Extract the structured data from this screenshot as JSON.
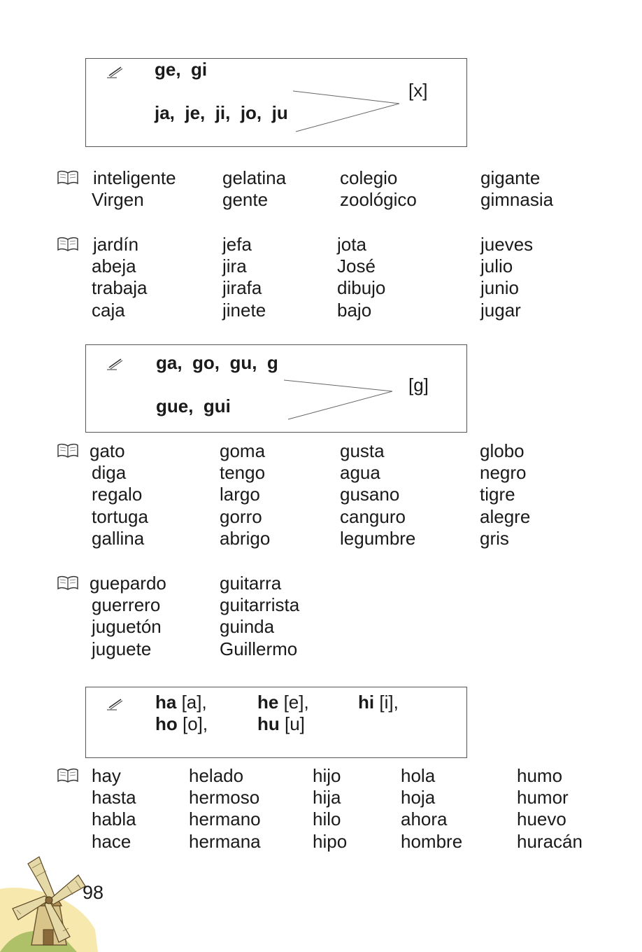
{
  "box1": {
    "line1": "ge,  gi",
    "line2": "ja,  je,  ji,  jo,  ju",
    "phoneme": "[x]"
  },
  "list1": [
    [
      "inteligente",
      "gelatina",
      "colegio",
      "gigante"
    ],
    [
      "Virgen",
      "gente",
      "zoológico",
      "gimnasia"
    ]
  ],
  "list2": [
    [
      "jardín",
      "jefa",
      "jota",
      "jueves"
    ],
    [
      "abeja",
      "jira",
      "José",
      "julio"
    ],
    [
      "trabaja",
      "jirafa",
      "dibujo",
      "junio"
    ],
    [
      "caja",
      "jinete",
      "bajo",
      "jugar"
    ]
  ],
  "box2": {
    "line1": "ga,  go,  gu,  g",
    "line2": "gue,  gui",
    "phoneme": "[g]"
  },
  "list3": [
    [
      "gato",
      "goma",
      "gusta",
      "globo"
    ],
    [
      "diga",
      "tengo",
      "agua",
      "negro"
    ],
    [
      "regalo",
      "largo",
      "gusano",
      "tigre"
    ],
    [
      "tortuga",
      "gorro",
      "canguro",
      "alegre"
    ],
    [
      "gallina",
      "abrigo",
      "legumbre",
      "gris"
    ]
  ],
  "list4": [
    [
      "guepardo",
      "guitarra"
    ],
    [
      "guerrero",
      "guitarrista"
    ],
    [
      "juguetón",
      "guinda"
    ],
    [
      "juguete",
      "Guillermo"
    ]
  ],
  "box3": {
    "row1": [
      {
        "syl": "ha",
        "snd": "[a],"
      },
      {
        "syl": "he",
        "snd": "[e],"
      },
      {
        "syl": "hi",
        "snd": "[i],"
      }
    ],
    "row2": [
      {
        "syl": "ho",
        "snd": "[o],"
      },
      {
        "syl": "hu",
        "snd": "[u]"
      }
    ]
  },
  "list5": [
    [
      "hay",
      "helado",
      "hijo",
      "hola",
      "humo"
    ],
    [
      "hasta",
      "hermoso",
      "hija",
      "hoja",
      "humor"
    ],
    [
      "habla",
      "hermano",
      "hilo",
      "ahora",
      "huevo"
    ],
    [
      "hace",
      "hermana",
      "hipo",
      "hombre",
      "huracán"
    ]
  ],
  "page_number": "98",
  "icons": {
    "pencil": "pencil-icon",
    "book": "open-book-icon",
    "corner": "windmill-icon"
  }
}
